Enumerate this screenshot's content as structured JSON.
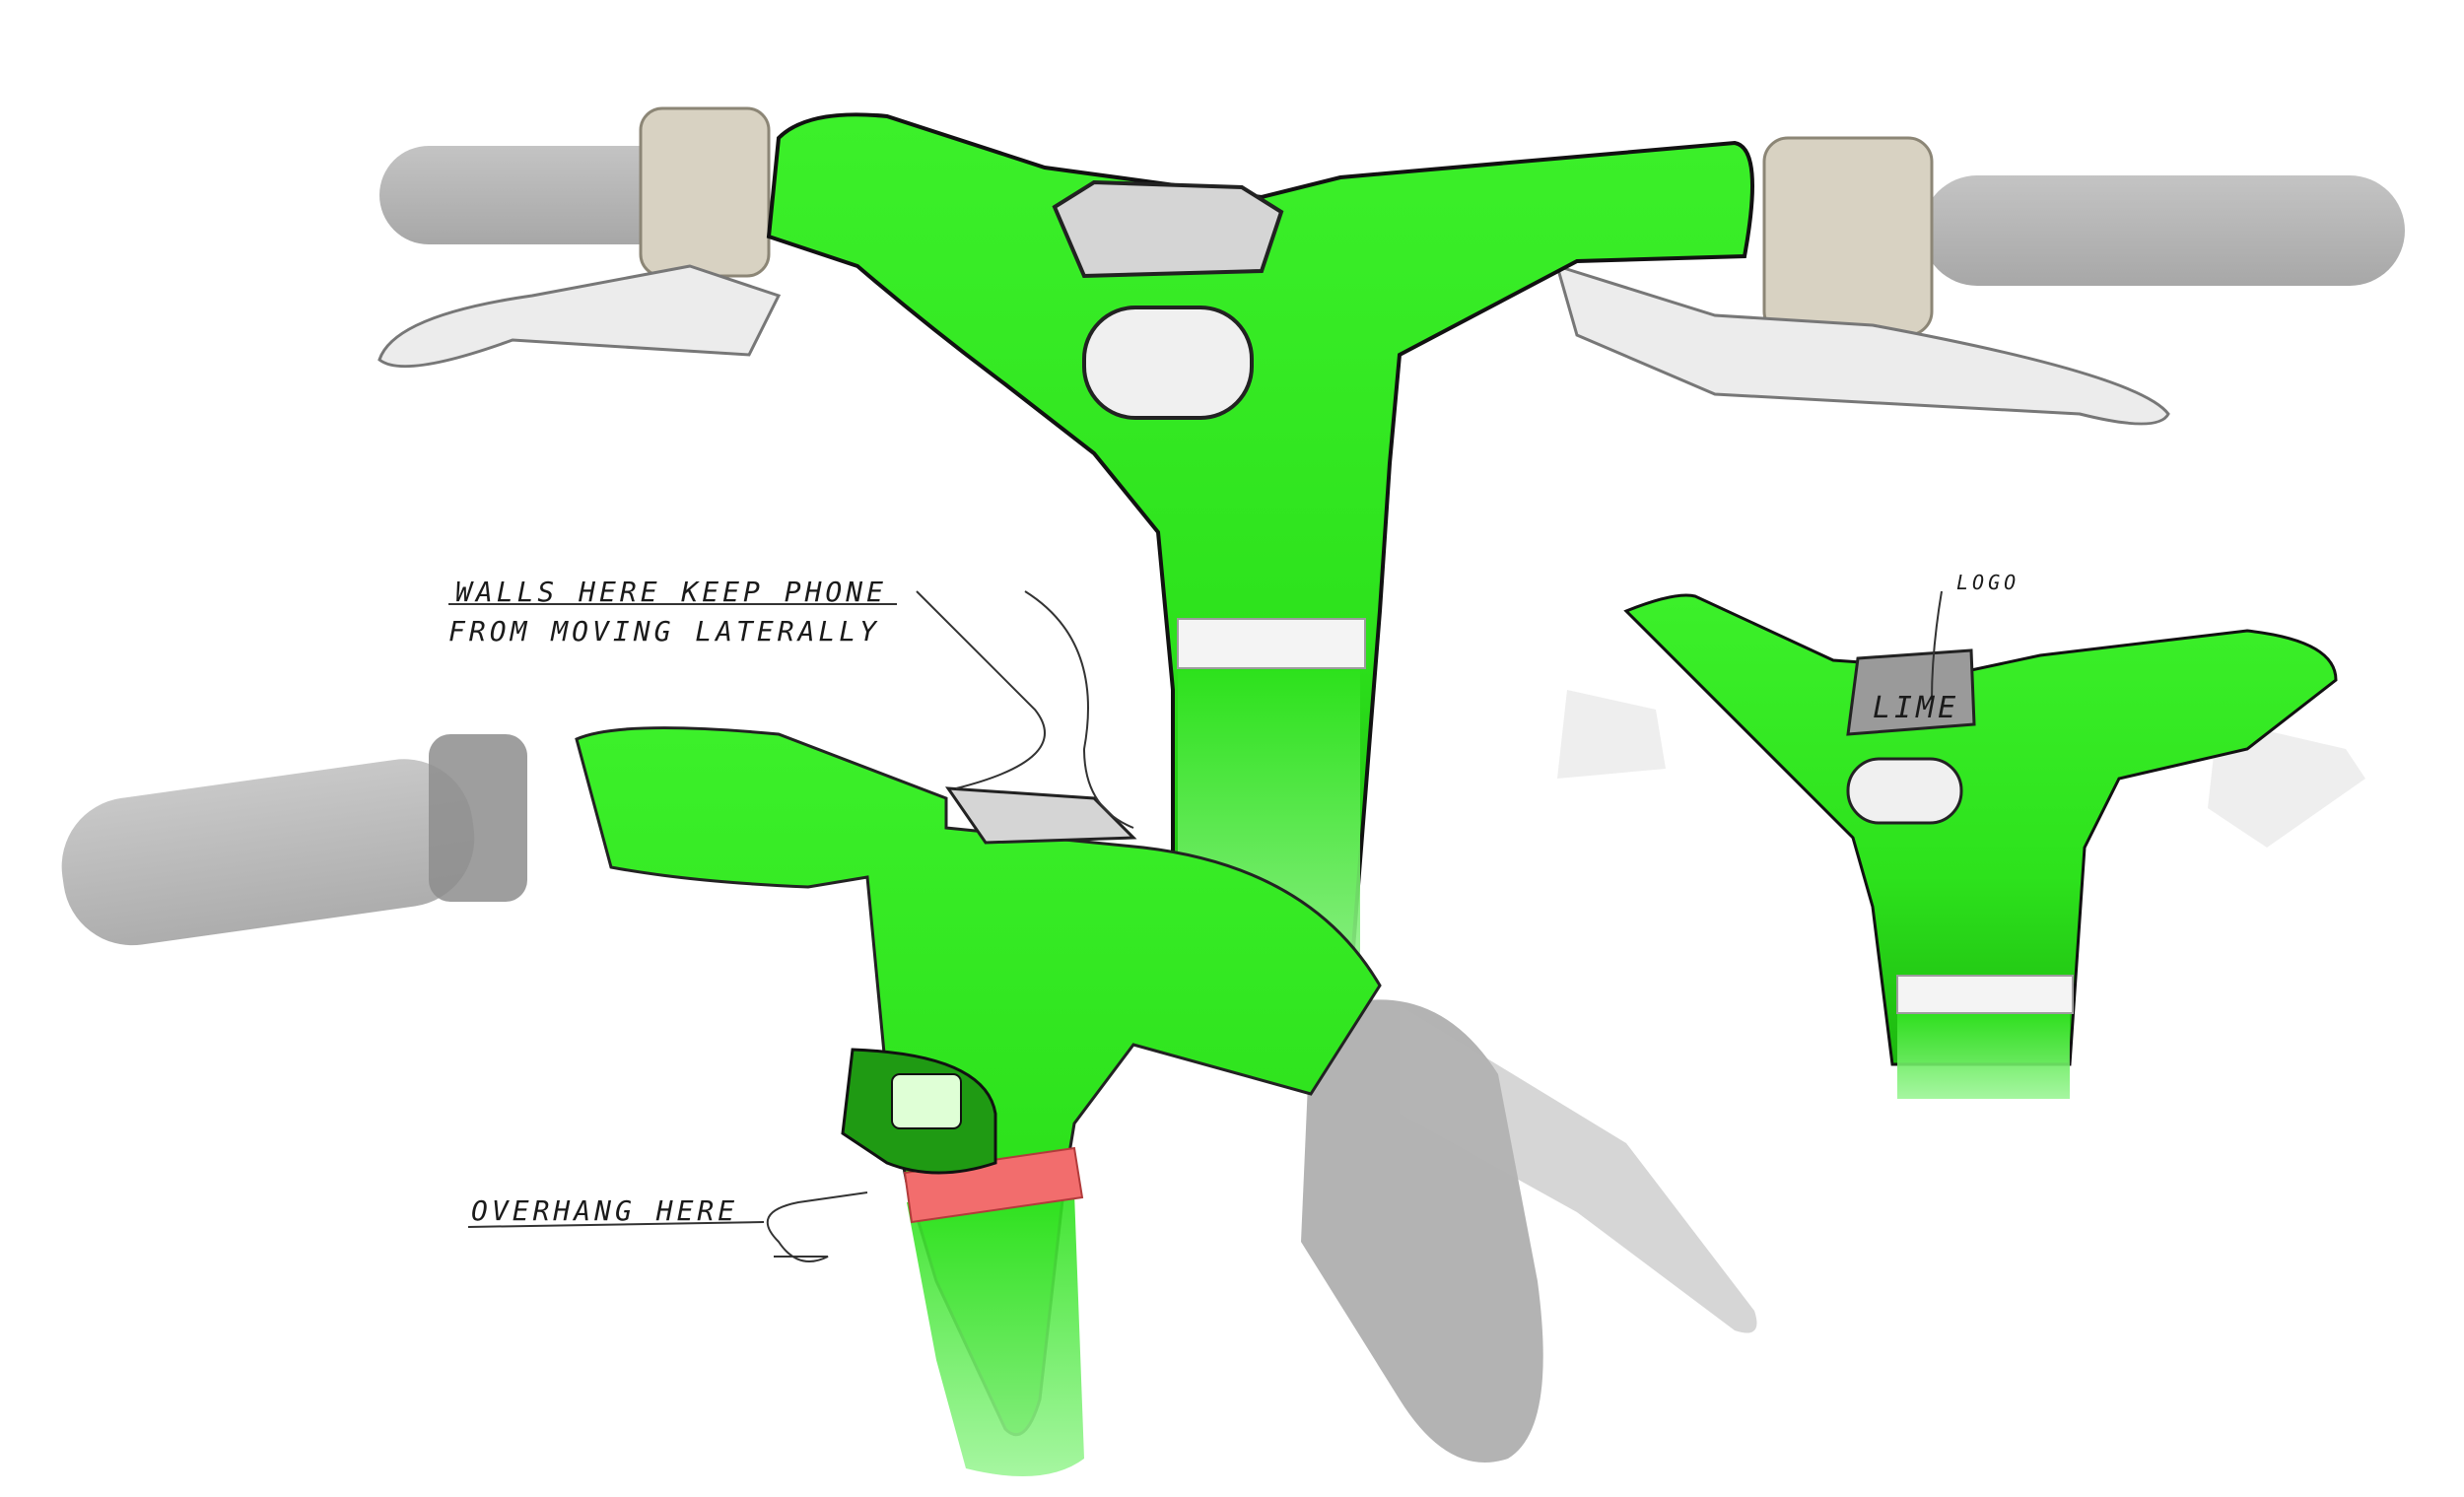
{
  "annotations": {
    "walls_line1": "WALLS HERE KEEP PHONE",
    "walls_line2": "FROM MOVING LATERALLY",
    "logo": "LOGO",
    "overhang": "OVERHANG HERE"
  },
  "logo_text": "LIME",
  "colors": {
    "frame_green": "#2de21c",
    "frame_dark": "#19a80d",
    "grip_gray": "#9a9a9a",
    "lever_light": "#e6e6e6",
    "ink": "#1a1a1a",
    "stripe_red": "#f26d6d"
  }
}
